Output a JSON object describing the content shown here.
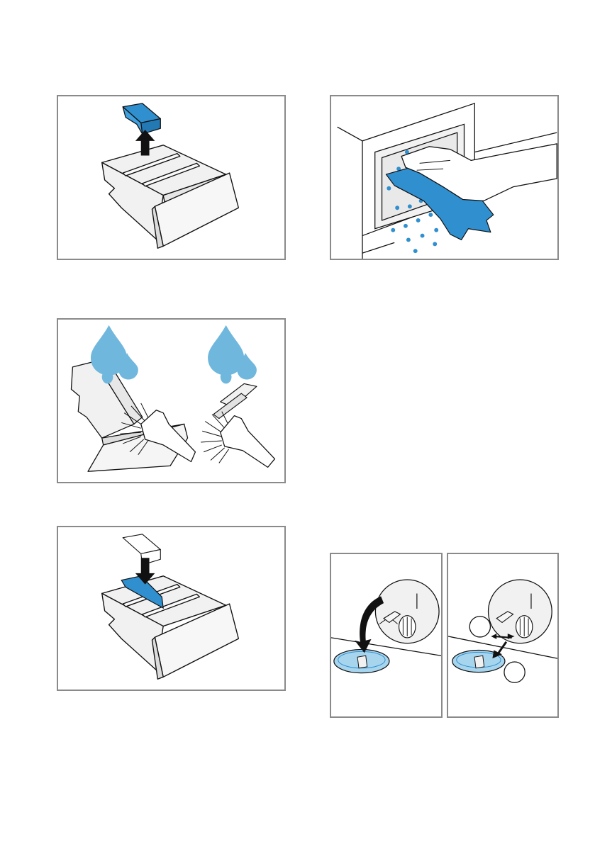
{
  "colors": {
    "frame": "#8a8a8a",
    "accent_blue": "#2f8fcf",
    "water_drop": "#6fb7dd",
    "light_blue": "#a8d5ee",
    "line": "#111111",
    "part_grey": "#f1f1f1"
  },
  "illustrations": [
    {
      "id": "step-remove-siphon",
      "icons": [
        "detergent-drawer-icon",
        "siphon-insert-icon",
        "arrow-up-icon"
      ]
    },
    {
      "id": "step-wipe-drawer-housing",
      "icons": [
        "drawer-housing-icon",
        "hand-icon",
        "cloth-icon"
      ]
    },
    {
      "id": "step-rinse-and-brush",
      "icons": [
        "detergent-drawer-icon",
        "water-drop-icon",
        "brush-icon",
        "hand-icon"
      ]
    },
    {
      "id": "step-reinsert-siphon",
      "icons": [
        "detergent-drawer-icon",
        "siphon-insert-icon",
        "arrow-down-icon"
      ]
    },
    {
      "id": "step-open-pump-cover",
      "icons": [
        "pump-cap-icon",
        "maintenance-flap-icon",
        "arrow-curved-icon"
      ]
    },
    {
      "id": "step-unscrew-pump",
      "icons": [
        "pump-cap-icon",
        "maintenance-flap-icon",
        "callout-circle-icon"
      ]
    }
  ]
}
